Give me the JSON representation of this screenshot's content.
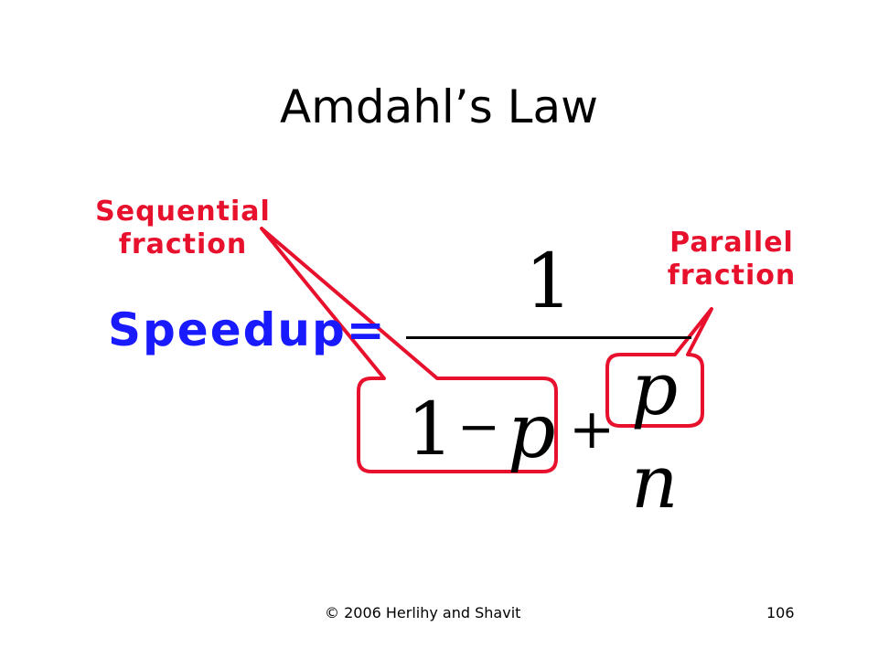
{
  "slide": {
    "title": "Amdahl’s Law",
    "callouts": {
      "sequential": {
        "line1": "Sequential",
        "line2": "fraction"
      },
      "parallel": {
        "line1": "Parallel",
        "line2": "fraction"
      }
    },
    "formula": {
      "lhs": "Speedup=",
      "numerator": "1",
      "denominator": {
        "one": "1",
        "minus": "−",
        "p": "p",
        "plus": "+",
        "frac_numerator": "p",
        "frac_denominator": "n"
      }
    },
    "footer": {
      "copyright": "© 2006 Herlihy and Shavit",
      "page_number": "106"
    }
  },
  "colors": {
    "callout_red": "#e8112d",
    "speedup_blue": "#1a1aff",
    "text": "#000000"
  }
}
